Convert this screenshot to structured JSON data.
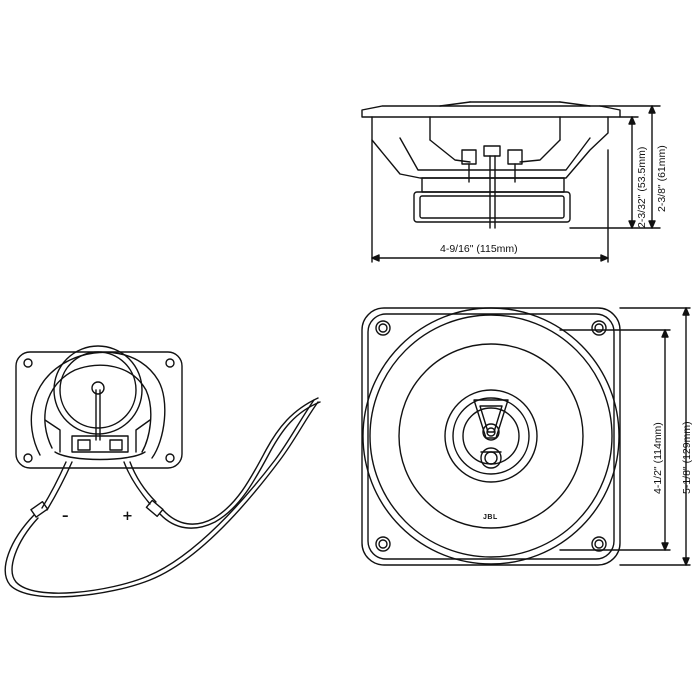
{
  "dimensions": {
    "mount_depth": "2-3/32\" (53.5mm)",
    "total_depth": "2-3/8\" (61mm)",
    "basket_width": "4-9/16\" (115mm)",
    "cutout_diameter": "4-1/2\" (114mm)",
    "overall_width": "5-1/8\" (129mm)"
  },
  "wiring": {
    "negative_label": "–",
    "positive_label": "+"
  },
  "brand": {
    "logo_text": "JBL"
  }
}
